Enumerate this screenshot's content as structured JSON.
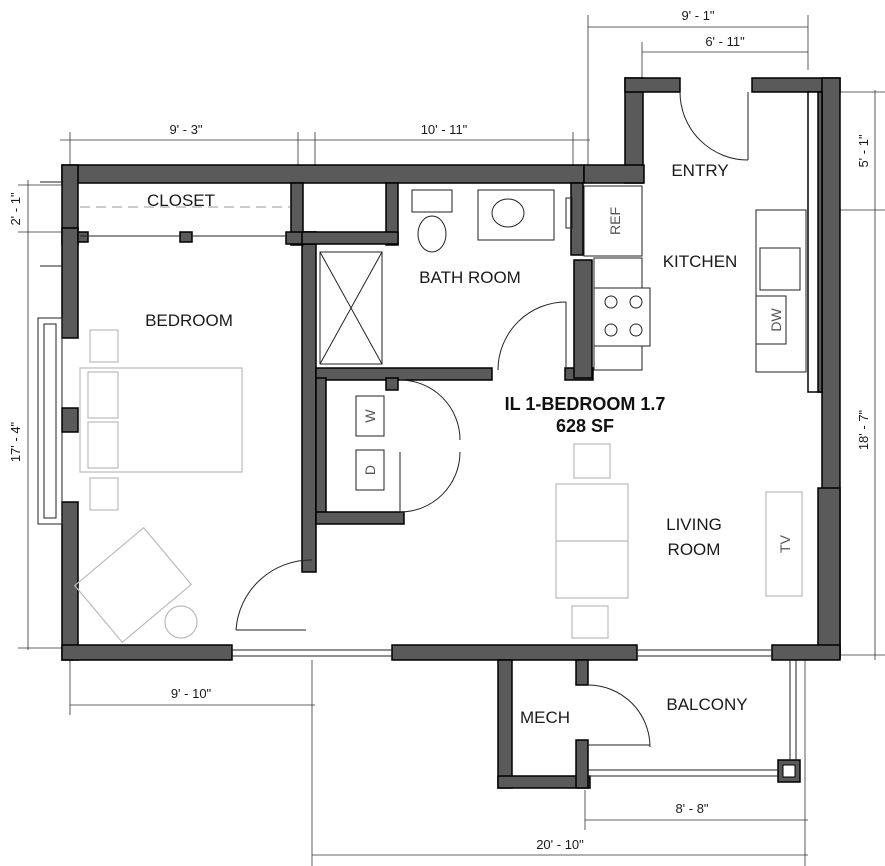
{
  "plan": {
    "title": "IL 1-BEDROOM 1.7",
    "area": "628 SF"
  },
  "rooms": {
    "closet": "CLOSET",
    "bath": "BATH ROOM",
    "bedroom": "BEDROOM",
    "entry": "ENTRY",
    "kitchen": "KITCHEN",
    "living_line1": "LIVING",
    "living_line2": "ROOM",
    "mech": "MECH",
    "balcony": "BALCONY"
  },
  "fixtures": {
    "ref": "REF",
    "dw": "DW",
    "washer": "W",
    "dryer": "D",
    "tv": "TV"
  },
  "dimensions": {
    "top_right_overall": "9' - 1\"",
    "top_right_inner": "6' - 11\"",
    "top_bedroom": "9' - 3\"",
    "top_bath": "10' - 11\"",
    "left_closet": "2' - 1\"",
    "left_bedroom": "17' - 4\"",
    "right_entry": "5' - 1\"",
    "right_main": "18' - 7\"",
    "bottom_bedroom": "9' - 10\"",
    "bottom_balcony": "8' - 8\"",
    "bottom_overall": "20' - 10\""
  }
}
